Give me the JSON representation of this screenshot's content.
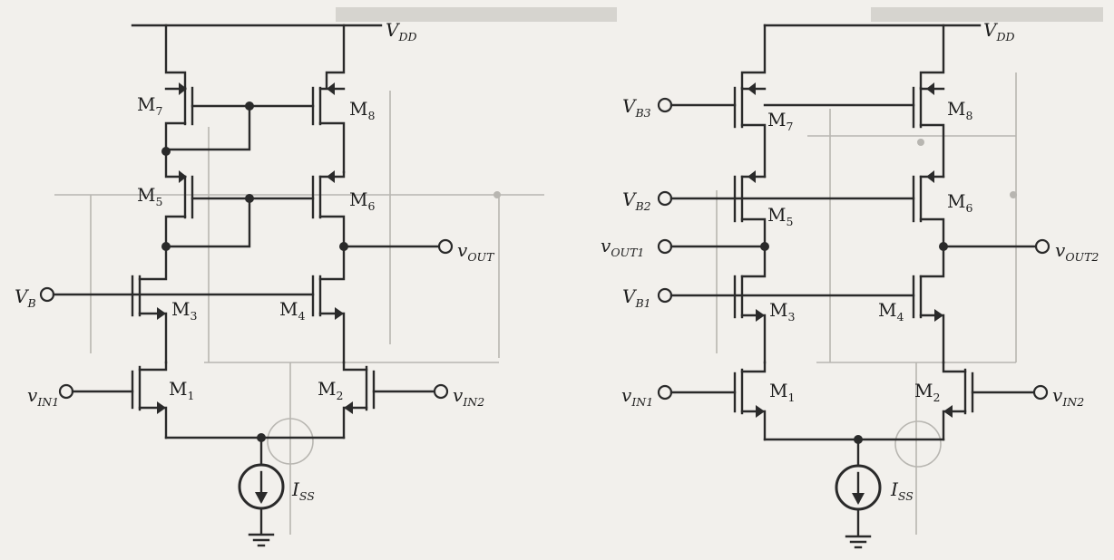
{
  "left": {
    "supply": {
      "main": "V",
      "sub": "DD"
    },
    "transistors": {
      "m7": {
        "main": "M",
        "sub": "7"
      },
      "m8": {
        "main": "M",
        "sub": "8"
      },
      "m5": {
        "main": "M",
        "sub": "5"
      },
      "m6": {
        "main": "M",
        "sub": "6"
      },
      "m3": {
        "main": "M",
        "sub": "3"
      },
      "m4": {
        "main": "M",
        "sub": "4"
      },
      "m1": {
        "main": "M",
        "sub": "1"
      },
      "m2": {
        "main": "M",
        "sub": "2"
      }
    },
    "bias": {
      "main": "V",
      "sub": "B"
    },
    "vin1": {
      "main": "v",
      "sub": "IN1"
    },
    "vin2": {
      "main": "v",
      "sub": "IN2"
    },
    "vout": {
      "main": "v",
      "sub": "OUT"
    },
    "iss": {
      "main": "I",
      "sub": "SS"
    }
  },
  "right": {
    "supply": {
      "main": "V",
      "sub": "DD"
    },
    "transistors": {
      "m7": {
        "main": "M",
        "sub": "7"
      },
      "m8": {
        "main": "M",
        "sub": "8"
      },
      "m5": {
        "main": "M",
        "sub": "5"
      },
      "m6": {
        "main": "M",
        "sub": "6"
      },
      "m3": {
        "main": "M",
        "sub": "3"
      },
      "m4": {
        "main": "M",
        "sub": "4"
      },
      "m1": {
        "main": "M",
        "sub": "1"
      },
      "m2": {
        "main": "M",
        "sub": "2"
      }
    },
    "vb3": {
      "main": "V",
      "sub": "B3"
    },
    "vb2": {
      "main": "V",
      "sub": "B2"
    },
    "vb1": {
      "main": "V",
      "sub": "B1"
    },
    "vout1": {
      "main": "v",
      "sub": "OUT1"
    },
    "vout2": {
      "main": "v",
      "sub": "OUT2"
    },
    "vin1": {
      "main": "v",
      "sub": "IN1"
    },
    "vin2": {
      "main": "v",
      "sub": "IN2"
    },
    "iss": {
      "main": "I",
      "sub": "SS"
    }
  },
  "colors": {
    "ink": "#2a2a2a",
    "paper": "#f2f0ec",
    "bleed": "#b8b6b1"
  }
}
